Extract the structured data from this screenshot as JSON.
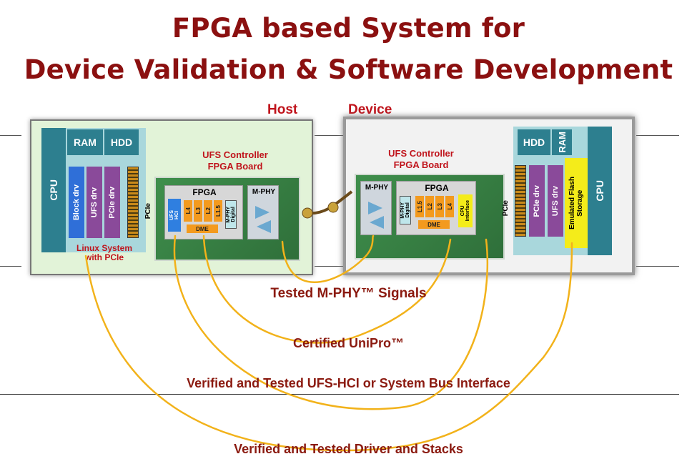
{
  "title": {
    "line1": "FPGA based System for",
    "line2": "Device Validation & Software Development"
  },
  "host": {
    "label": "Host",
    "cpu": "CPU",
    "ram": "RAM",
    "hdd": "HDD",
    "drivers": [
      "Block drv",
      "UFS drv",
      "PCIe drv"
    ],
    "pcie": "PCIe",
    "caption": "Linux System\nwith PCIe",
    "controller_label": "UFS Controller\nFPGA Board",
    "fpga": "FPGA",
    "hci": "UFS\nHCI",
    "layers": [
      "L4",
      "L3",
      "L2",
      "L1.5"
    ],
    "mphy_digital": "M-PHY\nDigital",
    "dme": "DME",
    "mphy": "M-PHY"
  },
  "device": {
    "label": "Device",
    "cpu": "CPU",
    "ram": "RAM",
    "hdd": "HDD",
    "drivers": [
      "PCIe drv",
      "UFS drv"
    ],
    "storage": "Emulated Flash\nStorage",
    "pcie": "PCIe",
    "controller_label": "UFS Controller\nFPGA Board",
    "fpga": "FPGA",
    "mphy_digital": "M-PHY\nDigital",
    "layers": [
      "L1.5",
      "L2",
      "L3",
      "L4"
    ],
    "cpu_interface": "CPU\nInterface",
    "dme": "DME",
    "mphy": "M-PHY"
  },
  "captions": {
    "mphy": "Tested M-PHY™ Signals",
    "unipro": "Certified UniPro™",
    "hci": "Verified and Tested UFS-HCI or System Bus Interface",
    "driver": "Verified and Tested Driver and Stacks"
  },
  "colors": {
    "title": "#8b1010",
    "curve": "#f2b21a",
    "teal": "#2d7f8f",
    "purple": "#8a4a9a",
    "orange": "#f39a1e",
    "yellow": "#f4ec1a"
  }
}
